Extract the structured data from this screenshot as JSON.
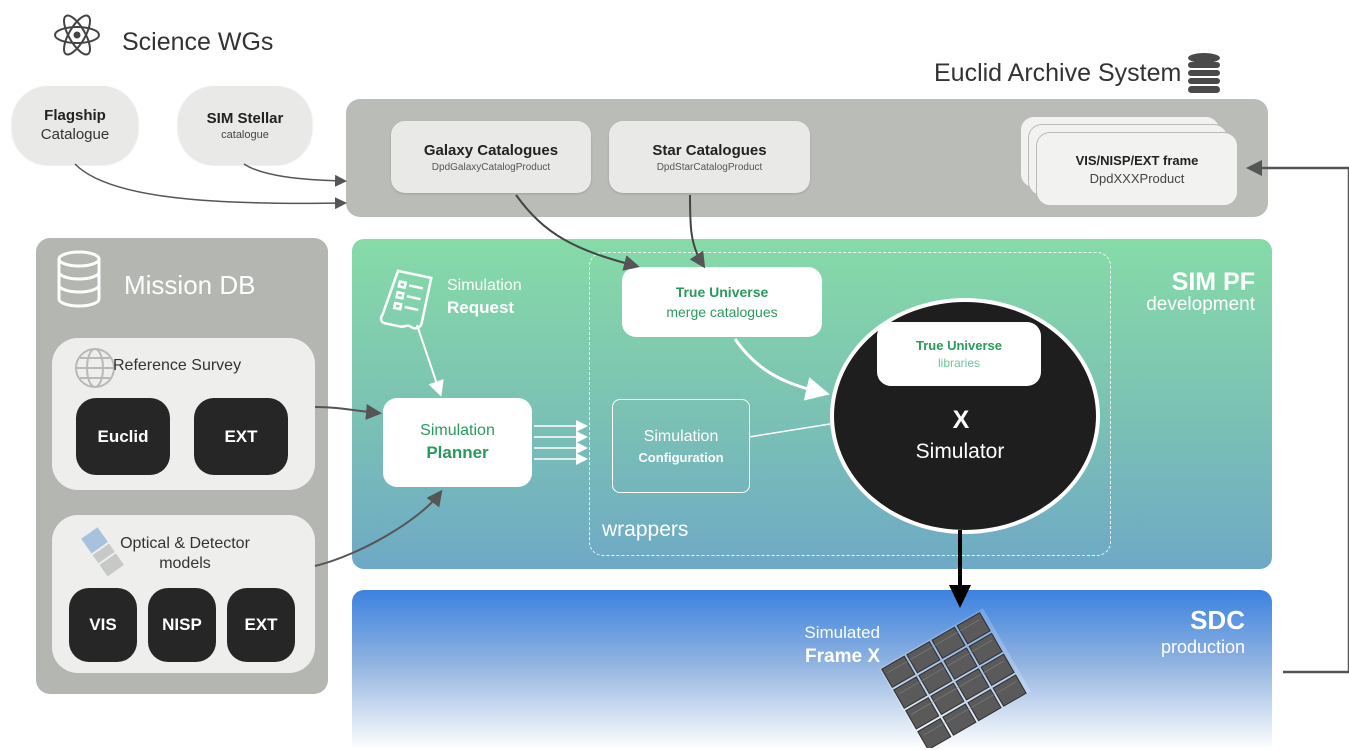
{
  "header": {
    "science_wgs": "Science WGs",
    "archive_system": "Euclid Archive System"
  },
  "inputs": {
    "flagship_title": "Flagship",
    "flagship_sub": "Catalogue",
    "simstellar_title": "SIM Stellar",
    "simstellar_sub": "catalogue"
  },
  "archive": {
    "galaxy_title": "Galaxy Catalogues",
    "galaxy_sub": "DpdGalaxyCatalogProduct",
    "star_title": "Star Catalogues",
    "star_sub": "DpdStarCatalogProduct",
    "frame_title": "VIS/NISP/EXT frame",
    "frame_sub": "DpdXXXProduct"
  },
  "mission": {
    "title": "Mission DB",
    "reference_survey": "Reference Survey",
    "euclid": "Euclid",
    "ext1": "EXT",
    "optical_line1": "Optical & Detector",
    "optical_line2": "models",
    "vis": "VIS",
    "nisp": "NISP",
    "ext2": "EXT"
  },
  "simpf": {
    "title": "SIM PF",
    "subtitle": "development",
    "request_line1": "Simulation",
    "request_line2": "Request",
    "planner_line1": "Simulation",
    "planner_line2": "Planner",
    "true_universe_title": "True Universe",
    "true_universe_sub": "merge catalogues",
    "config_line1": "Simulation",
    "config_line2": "Configuration",
    "wrappers": "wrappers",
    "libraries_title": "True Universe",
    "libraries_sub": "libraries",
    "simulator_x": "X",
    "simulator_label": "Simulator"
  },
  "sdc": {
    "title": "SDC",
    "subtitle": "production",
    "frame_line1": "Simulated",
    "frame_line2": "Frame X"
  },
  "icons": {
    "atom": "atom-icon",
    "database": "database-icon",
    "globe": "globe-icon",
    "satellite": "satellite-icon",
    "document": "document-icon",
    "detector_tiles": "detector-mosaic-icon"
  },
  "colors": {
    "archive_panel": "#b9bcb7",
    "mission_panel": "#b3b6b1",
    "simpf_top": "#86dba7",
    "simpf_bottom": "#6ea9c6",
    "sdc_top": "#3b82df",
    "accent_green": "#2a9a5c",
    "dark_node": "#1e1e1e"
  }
}
